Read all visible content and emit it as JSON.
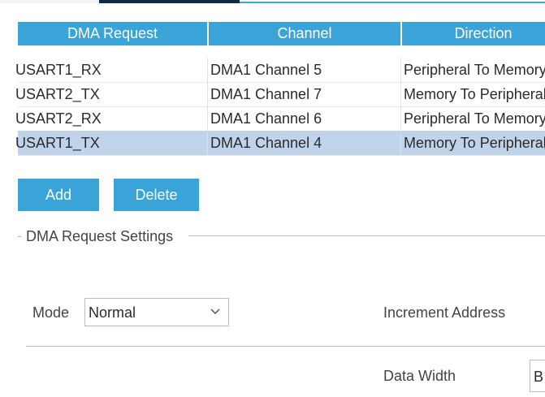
{
  "table": {
    "headers": [
      "DMA Request",
      "Channel",
      "Direction"
    ],
    "rows": [
      {
        "request": "USART1_RX",
        "channel": "DMA1 Channel 5",
        "direction": "Peripheral To Memory",
        "selected": false
      },
      {
        "request": "USART2_TX",
        "channel": "DMA1 Channel 7",
        "direction": "Memory To Peripheral",
        "selected": false
      },
      {
        "request": "USART2_RX",
        "channel": "DMA1 Channel 6",
        "direction": "Peripheral To Memory",
        "selected": false
      },
      {
        "request": "USART1_TX",
        "channel": "DMA1 Channel 4",
        "direction": "Memory To Peripheral",
        "selected": true
      }
    ]
  },
  "buttons": {
    "add": "Add",
    "delete": "Delete"
  },
  "settings": {
    "title": "DMA Request Settings",
    "mode_label": "Mode",
    "mode_value": "Normal",
    "increment_label": "Increment Address",
    "data_width_label": "Data Width",
    "data_width_value": "B"
  },
  "colors": {
    "accent": "#3aa4d9",
    "selected_row": "#bfd3ea",
    "active_tab": "#0e2a47"
  }
}
